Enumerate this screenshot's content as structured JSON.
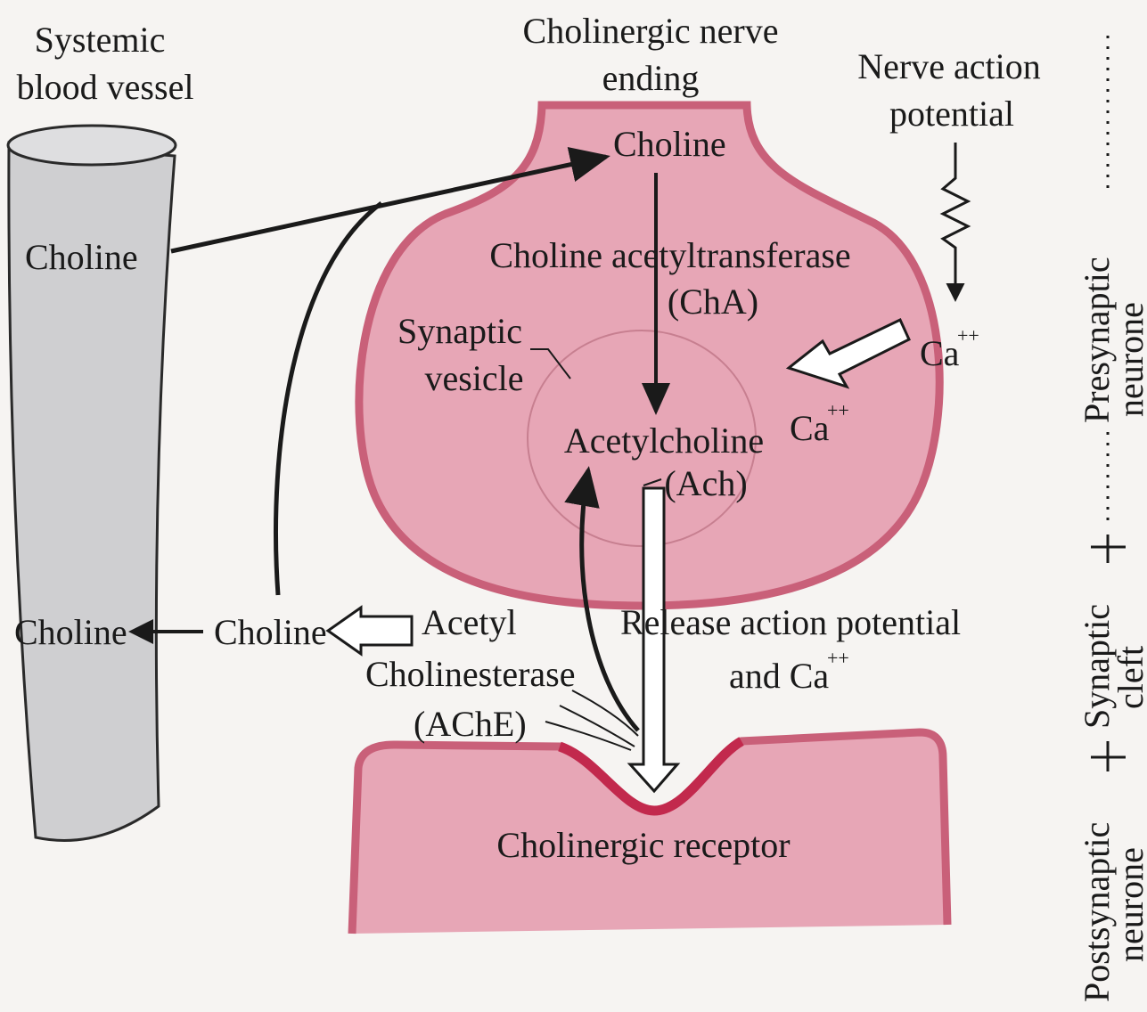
{
  "labels": {
    "systemic_vessel_line1": "Systemic",
    "systemic_vessel_line2": "blood vessel",
    "nerve_ending_line1": "Cholinergic nerve",
    "nerve_ending_line2": "ending",
    "nerve_ap_line1": "Nerve action",
    "nerve_ap_line2": "potential",
    "choline_top": "Choline",
    "choline_vessel_upper": "Choline",
    "choline_vessel_lower": "Choline",
    "choline_cleft": "Choline",
    "cha_line1": "Choline acetyltransferase",
    "cha_line2": "(ChA)",
    "vesicle_line1": "Synaptic",
    "vesicle_line2": "vesicle",
    "ach_line1": "Acetylcholine",
    "ach_line2": "(Ach)",
    "ca_outer": "Ca",
    "ca_outer_sup": "++",
    "ca_inner": "Ca",
    "ca_inner_sup": "++",
    "ache_line1": "Acetyl",
    "ache_line2": "Cholinesterase",
    "ache_line3": "(AChE)",
    "release_line1": "Release action potential",
    "release_line2": "and Ca",
    "release_sup": "++",
    "receptor": "Cholinergic receptor",
    "presynaptic_line1": "Presynaptic",
    "presynaptic_line2": "neurone",
    "cleft_line1": "Synaptic",
    "cleft_line2": "cleft",
    "postsynaptic_line1": "Postsynaptic",
    "postsynaptic_line2": "neurone"
  },
  "colors": {
    "terminal_fill": "#e7a6b6",
    "terminal_border": "#c96079",
    "receptor_zone": "#c2294d",
    "vessel_fill": "#cfcfd1",
    "vessel_top": "#dedee0",
    "arrow": "#1a1a1a",
    "vesicle_line": "#c77f90"
  }
}
